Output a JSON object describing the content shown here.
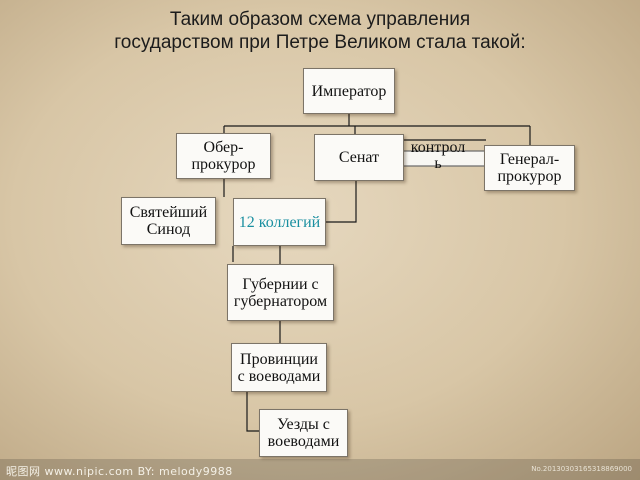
{
  "title": {
    "line1": "Таким образом схема управления",
    "line2": "государством при Петре Великом стала такой:"
  },
  "nodes": {
    "emperor": "Император",
    "ober": [
      "Обер-",
      "прокурор"
    ],
    "senate": "Сенат",
    "general": [
      "Генерал-",
      "прокурор"
    ],
    "synod": [
      "Святейший",
      "Синод"
    ],
    "colleges": "12 коллегий",
    "gubernii": [
      "Губернии с",
      "губернатором"
    ],
    "provinces": [
      "Провинции",
      "с воеводами"
    ],
    "uezdy": [
      "Уезды с",
      "воеводами"
    ]
  },
  "control_label": [
    "контрол",
    "ь"
  ],
  "watermark": {
    "left": "昵图网 www.nipic.com   BY: melody9988",
    "right": "No.20130303165318869000"
  },
  "colors": {
    "link_text": "#1a8fa0",
    "line": "#1a1a1a",
    "box_border": "#7c7468"
  }
}
